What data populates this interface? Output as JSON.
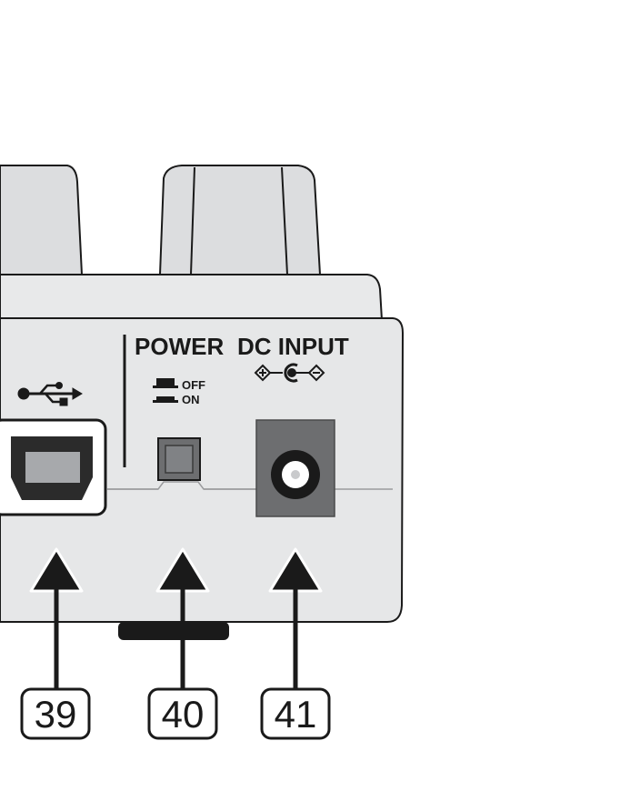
{
  "panel": {
    "power_label": "POWER",
    "dc_input_label": "DC INPUT",
    "switch_off_label": "OFF",
    "switch_on_label": "ON",
    "usb_icon": "usb-icon",
    "polarity_icon": "dc-polarity-icon"
  },
  "callouts": [
    {
      "number": "39",
      "target": "usb-port"
    },
    {
      "number": "40",
      "target": "power-switch"
    },
    {
      "number": "41",
      "target": "dc-input-jack"
    }
  ],
  "colors": {
    "body": "#e6e7e8",
    "outline": "#1a1a1a",
    "knob": "#dcdddf",
    "jack_plate": "#6d6e70",
    "switch": "#6d6e70"
  }
}
